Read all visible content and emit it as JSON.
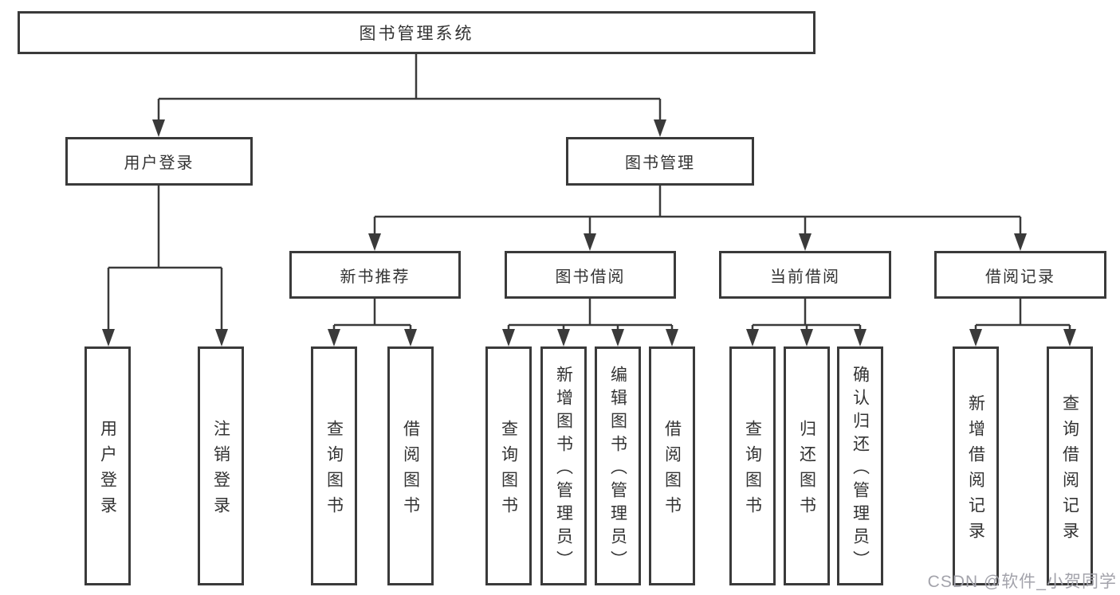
{
  "root": {
    "label": "图书管理系统"
  },
  "modules": [
    {
      "label": "用户登录"
    },
    {
      "label": "图书管理"
    }
  ],
  "submodules": [
    {
      "label": "新书推荐"
    },
    {
      "label": "图书借阅"
    },
    {
      "label": "当前借阅"
    },
    {
      "label": "借阅记录"
    }
  ],
  "functions": {
    "user_login": [
      "用户登录",
      "注销登录"
    ],
    "new_book": [
      "查询图书",
      "借阅图书"
    ],
    "book_borrow": [
      "查询图书",
      "新增图书（管理员）",
      "编辑图书（管理员）",
      "借阅图书"
    ],
    "current_borrow": [
      "查询图书",
      "归还图书",
      "确认归还（管理员）"
    ],
    "borrow_record": [
      "新增借阅记录",
      "查询借阅记录"
    ]
  },
  "watermark": {
    "text": "CSDN @软件_小贺同学"
  },
  "colors": {
    "line": "#3a3a3a",
    "text": "#333333",
    "watermark": "#a3a3ab",
    "background": "#ffffff"
  }
}
